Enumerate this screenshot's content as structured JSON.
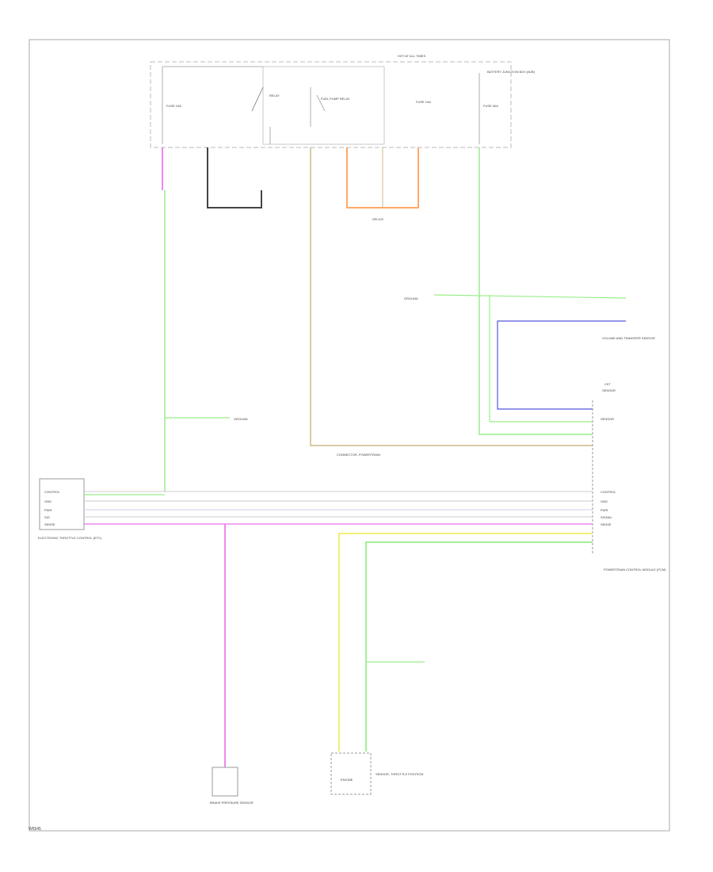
{
  "page": {
    "page_id": "W6545",
    "background": "#ffffff"
  },
  "colors": {
    "frame": "#aaaaaa",
    "fuse_box": "#bbbbbb",
    "wire_pink": "#ee88ee",
    "wire_green": "#99ee88",
    "wire_gray": "#cccccc",
    "wire_dark": "#444444",
    "wire_tan": "#ccbb88",
    "wire_orange": "#ffaa66",
    "wire_blue": "#5555dd",
    "wire_yellow": "#eeee66",
    "wire_lavender": "#ccccee",
    "label_text": "#444444"
  },
  "labels": {
    "fuse_box_title": "HOT AT ALL TIMES",
    "fuse_box_name": "BATTERY JUNCTION BOX (BJB)",
    "fuse_1": "FUSE 15A",
    "fuse_2": "FUSE 10A",
    "fuse_3": "FUSE 30A",
    "relay_1": "RELAY",
    "relay_2": "FUEL PUMP RELAY",
    "ground_1": "GROUND",
    "ground_2": "SPLICE",
    "ground_3": "GROUND",
    "module_left": "ELECTRONIC THROTTLE CONTROL (ETC)",
    "module_right_top": "VOLUME AND TRANSFER SENSOR",
    "module_right": "POWERTRAIN CONTROL MODULE (PCM)",
    "splice_center": "CONNECTOR, POWERTRAIN",
    "sensor_bottom_left": "BRAKE PRESSURE SENSOR",
    "sensor_bottom_right": "SENSOR, THROTTLE POSITION",
    "sensor_bottom_right_sub": "ENGINE"
  },
  "wire_codes": {
    "left_control": "CONTROL",
    "left_gnd": "GND",
    "left_pwr": "PWR",
    "left_sig": "SIG",
    "left_sense": "SENSE",
    "right_control": "CONTROL",
    "right_gnd": "GND",
    "right_pwr": "PWR",
    "right_sig": "SIGNAL",
    "right_sense": "SENSE",
    "right_sense2": "SENSOR",
    "right_ckt": "CKT",
    "right_sensor_gnd": "SENSOR"
  }
}
